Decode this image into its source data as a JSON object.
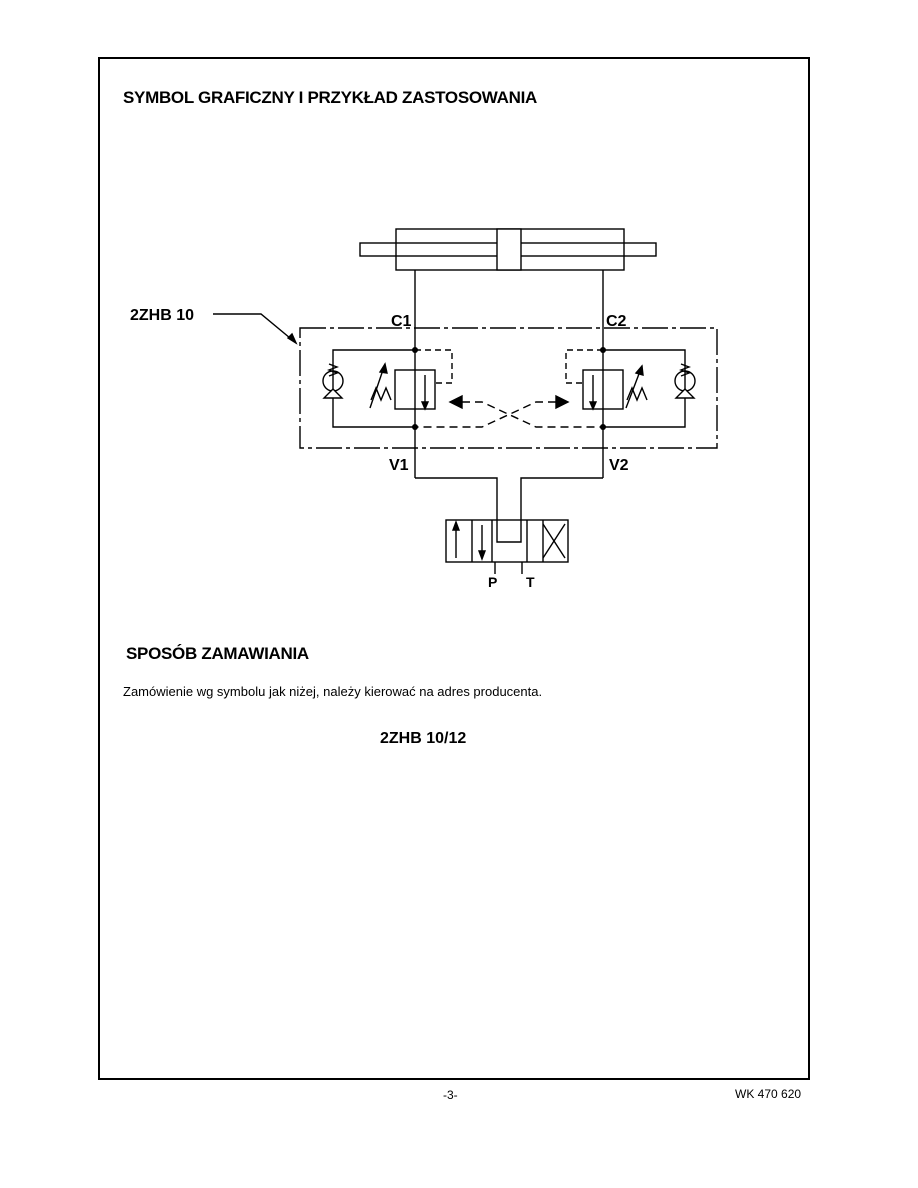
{
  "header": {
    "title": "SYMBOL GRAFICZNY I PRZYKŁAD ZASTOSOWANIA"
  },
  "diagram": {
    "valve_label": "2ZHB 10",
    "port_c1": "C1",
    "port_c2": "C2",
    "port_v1": "V1",
    "port_v2": "V2",
    "port_p": "P",
    "port_t": "T"
  },
  "ordering": {
    "title": "SPOSÓB ZAMAWIANIA",
    "text": "Zamówienie wg symbolu jak niżej, należy kierować na adres producenta.",
    "code": "2ZHB 10/12"
  },
  "footer": {
    "page": "-3-",
    "doc_id": "WK 470 620"
  }
}
